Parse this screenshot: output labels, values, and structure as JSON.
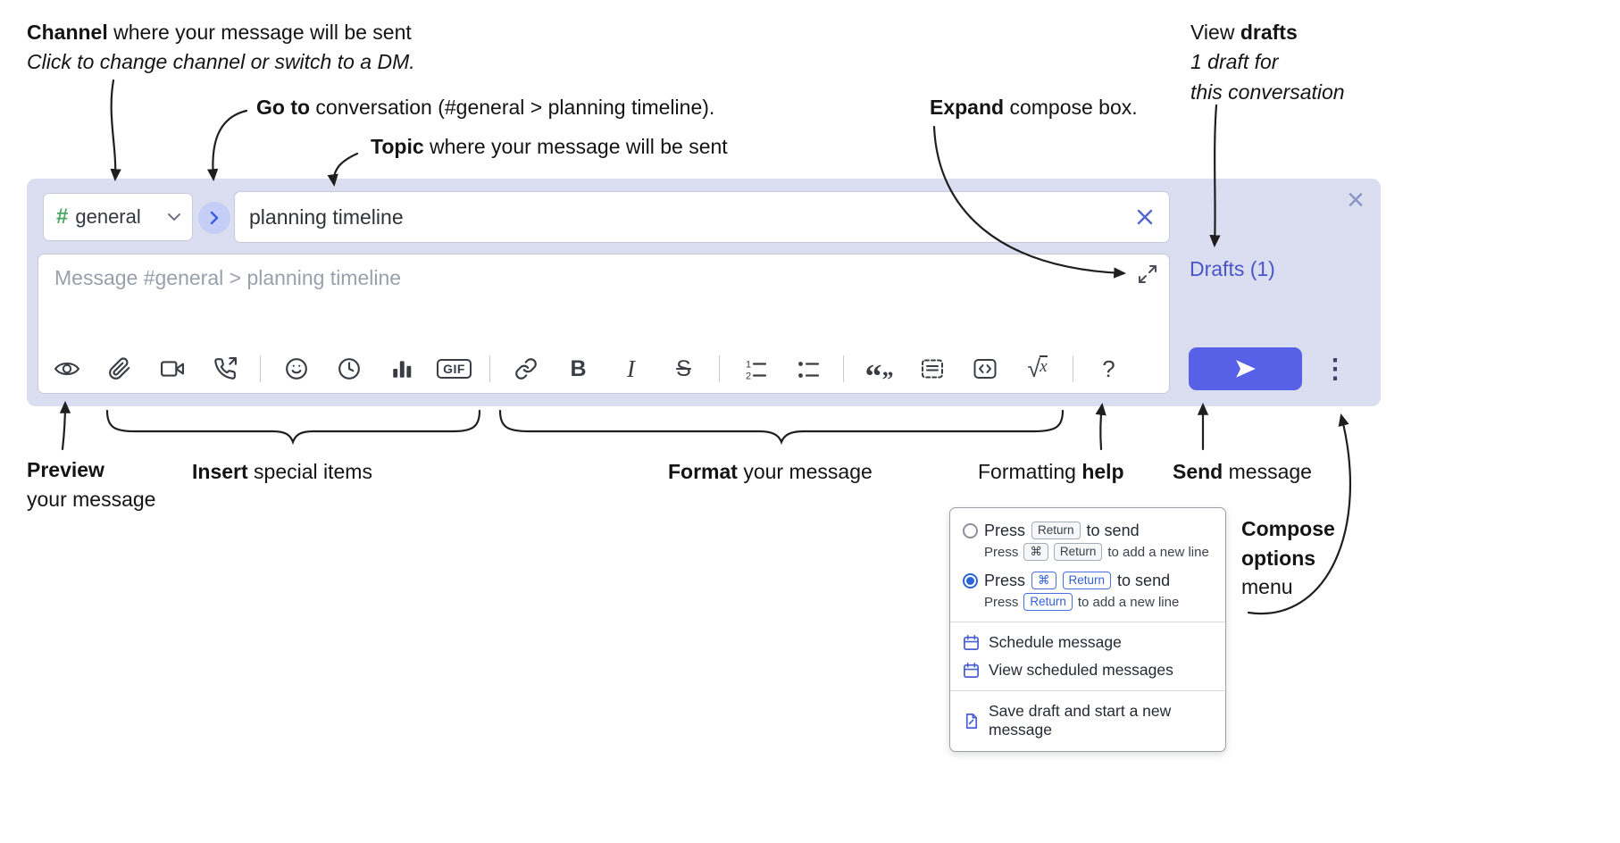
{
  "annotations": {
    "channel": {
      "bold": "Channel",
      "rest": " where your message will be sent",
      "italic": "Click to change channel or switch to a DM."
    },
    "goto": {
      "bold": "Go to",
      "rest": " conversation (#general > planning timeline)."
    },
    "topic": {
      "bold": "Topic",
      "rest": " where your message will be sent"
    },
    "expand": {
      "bold": "Expand",
      "rest": " compose box."
    },
    "view_drafts": {
      "pre": "View ",
      "bold": "drafts",
      "line2": "1 draft for",
      "line3": "this conversation"
    },
    "preview": {
      "bold": "Preview",
      "line2": "your message"
    },
    "insert": {
      "bold": "Insert",
      "rest": " special items"
    },
    "format": {
      "bold": "Format",
      "rest": " your message"
    },
    "help": {
      "pre": "Formatting ",
      "bold": "help"
    },
    "send": {
      "bold": "Send",
      "rest": " message"
    },
    "compose_options": {
      "line1": "Compose",
      "line2": "options",
      "line3": "menu"
    }
  },
  "compose": {
    "channel": {
      "hash": "#",
      "label": "general"
    },
    "topic": {
      "value": "planning timeline"
    },
    "message": {
      "placeholder": "Message #general > planning timeline"
    },
    "drafts_link": "Drafts (1)",
    "toolbar": {
      "gif": "GIF",
      "bold": "B",
      "italic": "I",
      "strike": "S",
      "sqrt": "√",
      "sqrt_x": "x",
      "help": "?"
    }
  },
  "icons": {
    "close": "×",
    "dots": "⋮",
    "quote_open": "“",
    "quote_close": "”"
  },
  "popup": {
    "options": [
      {
        "selected": false,
        "t1": "Press",
        "k1": "Return",
        "t2": "to send",
        "s1": "Press",
        "sk1": "⌘",
        "sk2": "Return",
        "s2": "to add a new line"
      },
      {
        "selected": true,
        "t1": "Press",
        "k1": "⌘",
        "k2": "Return",
        "t2": "to send",
        "s1": "Press",
        "sk1": "Return",
        "s2": "to add a new line"
      }
    ],
    "items": [
      {
        "label": "Schedule message"
      },
      {
        "label": "View scheduled messages"
      },
      {
        "label": "Save draft and start a new message"
      }
    ]
  }
}
